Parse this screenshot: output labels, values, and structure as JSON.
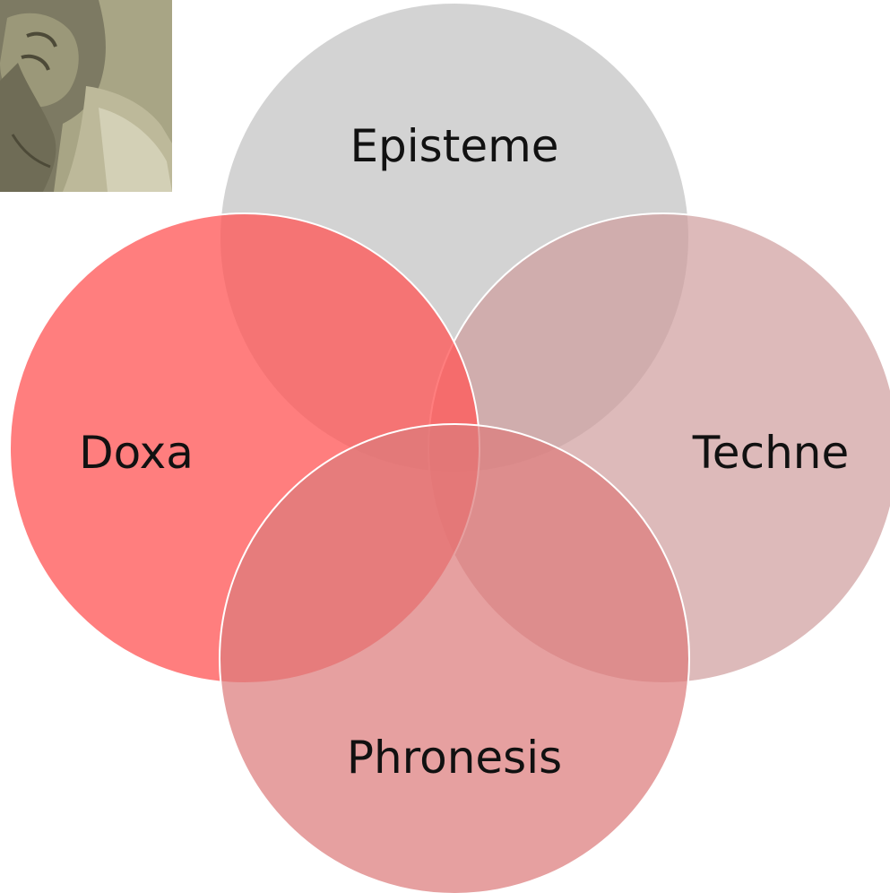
{
  "diagram": {
    "type": "venn",
    "sets": [
      {
        "id": "episteme",
        "label": "Episteme",
        "color": "#c9c9c9"
      },
      {
        "id": "techne",
        "label": "Techne",
        "color": "#d4aaaa"
      },
      {
        "id": "doxa",
        "label": "Doxa",
        "color": "#ff6b6b"
      },
      {
        "id": "phronesis",
        "label": "Phronesis",
        "color": "#e58e8e"
      }
    ]
  },
  "portrait": {
    "icon": "bust-portrait-icon",
    "colors": {
      "background": "#a6a384",
      "stone": "#8c8a74",
      "shadow": "#55523f"
    }
  }
}
